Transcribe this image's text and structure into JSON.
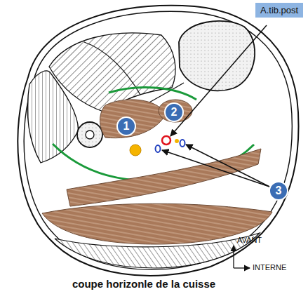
{
  "diagram": {
    "caption": "coupe horizonle de la cuisse",
    "nodes": [
      {
        "text": [
          "A.tib.post"
        ]
      },
      {
        "text": [
          "1"
        ]
      },
      {
        "text": [
          "2"
        ]
      },
      {
        "text": [
          "3"
        ]
      }
    ],
    "edges": [],
    "labels": [
      "AVANT",
      "INTERNE"
    ]
  }
}
